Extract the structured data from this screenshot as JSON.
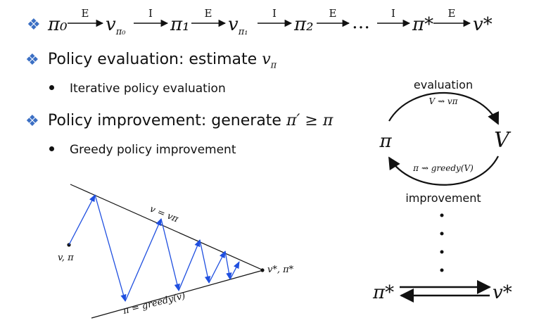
{
  "chain": {
    "nodes": [
      "π₀",
      "v",
      "π₁",
      "v",
      "π₂",
      "…",
      "π*",
      "v*"
    ],
    "v_subscripts": [
      "π₀",
      "π₁"
    ],
    "arrow_labels": [
      "E",
      "I",
      "E",
      "I",
      "E",
      "I",
      "E"
    ]
  },
  "bullets": [
    {
      "heading": "Policy evaluation: estimate",
      "math": "v",
      "math_sub": "π",
      "sub": "Iterative policy evaluation"
    },
    {
      "heading": "Policy improvement: generate",
      "math": "π′ ≥ π",
      "sub": "Greedy policy improvement"
    }
  ],
  "cycle": {
    "top_label": "evaluation",
    "top_expr": "V ⇝ vπ",
    "left_node": "π",
    "right_node": "V",
    "bottom_expr": "π ⇝ greedy(V)",
    "bottom_label": "improvement",
    "final_left": "π*",
    "final_right": "v*"
  },
  "convergence": {
    "start_label": "v, π",
    "upper_label": "v = vπ",
    "lower_label": "π = greedy(v)",
    "end_label": "v*, π*"
  },
  "colors": {
    "accent": "#3b6fc4",
    "arrow_blue": "#1f4fe0",
    "text": "#111111"
  }
}
